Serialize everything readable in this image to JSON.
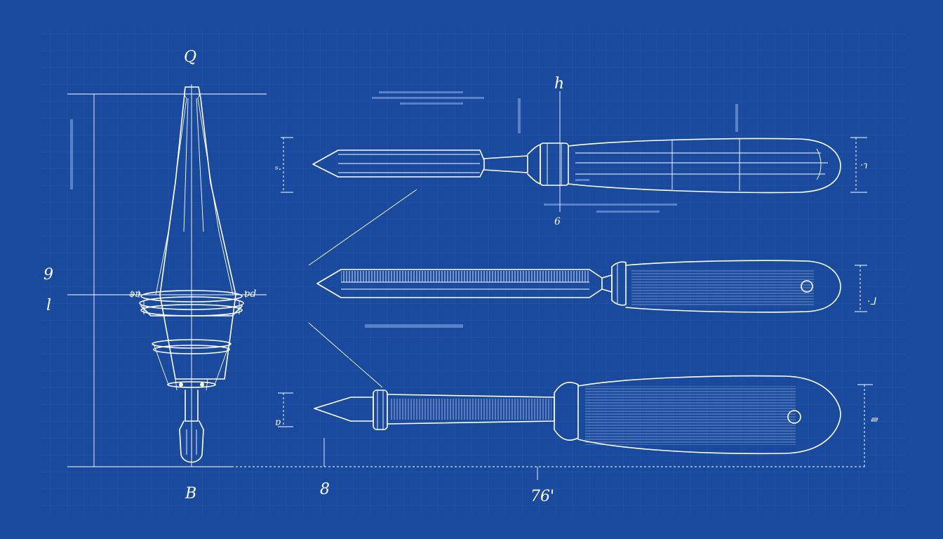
{
  "drawing": {
    "palette": {
      "background": "#1a4a9e",
      "grid": "#2a5cb0",
      "ink": "#ffffff"
    },
    "labels": {
      "left_top": "Q",
      "left_side_a": "9",
      "left_side_b": "l",
      "left_bottom": "B",
      "left_ring_left": "ǝɐ",
      "left_ring_right": "ɐd",
      "tool1_top": "h",
      "tool1_bottom": "6",
      "tool1_left_dim": "ˢ·",
      "tool1_right_dim": "·ɿ",
      "tool2_right_dim": "·⅃",
      "tool3_left_dim": "ɐ",
      "tool3_right_dim": "ᄅ",
      "bottom_dim_a": "8",
      "bottom_dim_b": "76'"
    }
  }
}
